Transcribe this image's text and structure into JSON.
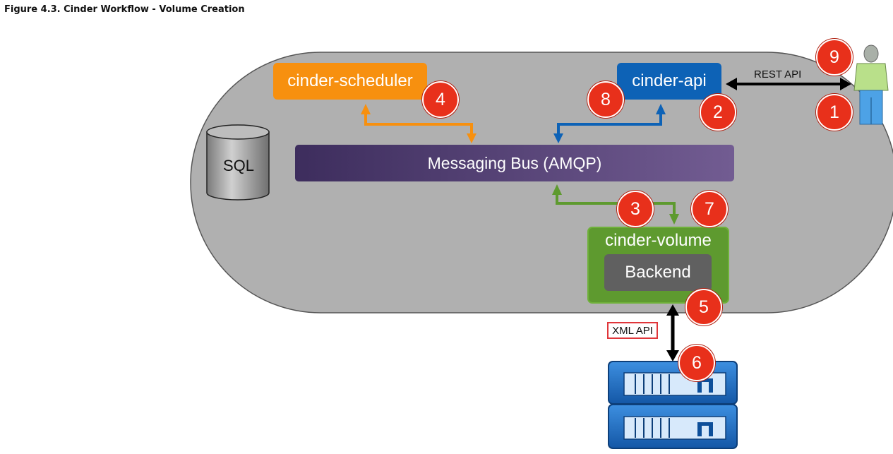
{
  "figure": {
    "caption": "Figure 4.3. Cinder Workflow - Volume Creation"
  },
  "components": {
    "scheduler": "cinder-scheduler",
    "api": "cinder-api",
    "bus": "Messaging Bus (AMQP)",
    "volume": "cinder-volume",
    "backend": "Backend",
    "sql": "SQL"
  },
  "labels": {
    "rest_api": "REST API",
    "xml_api": "XML API"
  },
  "steps": [
    "1",
    "2",
    "3",
    "4",
    "5",
    "6",
    "7",
    "8",
    "9"
  ],
  "colors": {
    "scheduler": "#f7900f",
    "api": "#0d62b6",
    "volume": "#5e9a2f",
    "badge": "#e8301b",
    "container": "#b0b0b0",
    "storage": "#1a6cc5"
  }
}
